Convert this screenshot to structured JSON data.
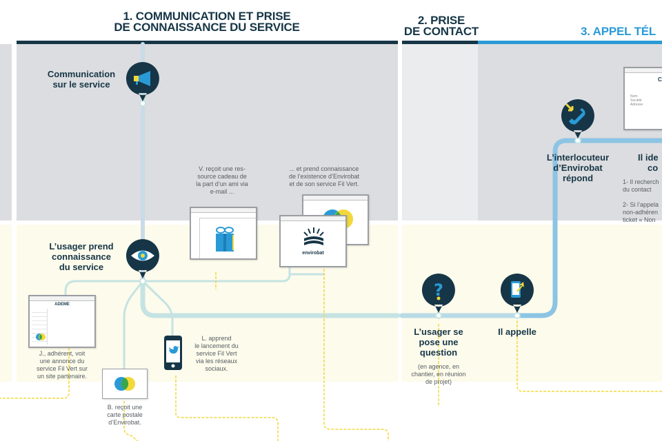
{
  "phases": [
    {
      "number": "1.",
      "title_line1": "1. COMMUNICATION ET PRISE",
      "title_line2": "DE CONNAISSANCE DU SERVICE"
    },
    {
      "number": "2.",
      "title_line1": "2. PRISE",
      "title_line2": "DE CONTACT"
    },
    {
      "number": "3.",
      "title_line1": "3. APPEL TÉL",
      "title_line2": ""
    }
  ],
  "colors": {
    "navy": "#163647",
    "accent_blue": "#2a9ad6",
    "path_blue": "#8cc4e4",
    "path_teal": "#c5e3e3",
    "yellow": "#f2d83a",
    "gray_band": "#dcdde0",
    "cream_band": "#fdfbeb"
  },
  "steps": {
    "communication": {
      "label_line1": "Communication",
      "label_line2": "sur le service",
      "icon": "megaphone-icon"
    },
    "prend_connaissance": {
      "label_line1": "L’usager prend",
      "label_line2": "connaissance",
      "label_line3": "du service",
      "icon": "eye-icon"
    },
    "pose_question": {
      "label_line1": "L’usager se",
      "label_line2": "pose une",
      "label_line3": "question",
      "note_line1": "(en agence, en",
      "note_line2": "chantier, en réunion",
      "note_line3": "de projet)",
      "icon": "question-icon"
    },
    "appelle": {
      "label": "Il appelle",
      "icon": "phone-call-icon"
    },
    "interlocuteur": {
      "label_line1": "L’interlocuteur",
      "label_line2": "d’Envirobat",
      "label_line3": "répond",
      "icon": "telephone-icon"
    },
    "identifie": {
      "label_line1": "Il ide",
      "label_line2": "co",
      "note_line1": "1- Il recherch",
      "note_line2": "du contact",
      "note_line3": "2- Si l’appela",
      "note_line4": "non-adhéren",
      "note_line5": "ticket « Non"
    }
  },
  "personas": {
    "v": {
      "line1": "V. reçoit une res-",
      "line2": "source cadeau de",
      "line3": "la part d’un ami via",
      "line4": "e-mail ..."
    },
    "envirobat": {
      "line1": "... et prend connaissance",
      "line2": "de l’existence d’Envirobat",
      "line3": "et de son service Fil Vert."
    },
    "j": {
      "line1": "J., adhérent, voit",
      "line2": "une annonce du",
      "line3": "service Fil Vert sur",
      "line4": "un site partenaire."
    },
    "l": {
      "line1": "L. apprend",
      "line2": "le lancement du",
      "line3": "service Fil Vert",
      "line4": "via les réseaux",
      "line5": "sociaux."
    },
    "b": {
      "line1": "B. reçoit une",
      "line2": "carte postale",
      "line3": "d’Envirobat."
    }
  },
  "screens": {
    "ademe_header": "ADEME",
    "envirobat_logo": "envirobat",
    "form_fields": [
      "Nom",
      "Société",
      "Adresse"
    ],
    "form_title": "C"
  }
}
